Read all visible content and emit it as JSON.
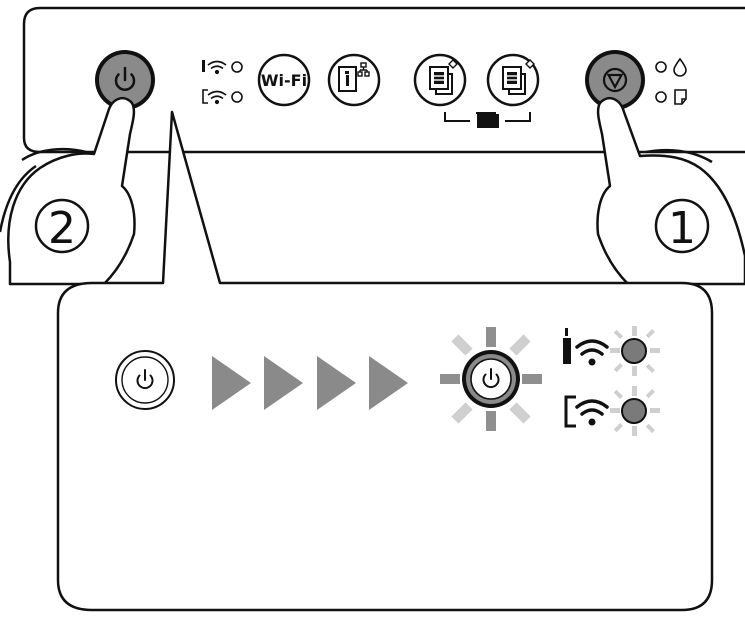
{
  "panel": {
    "wifi_button_label": "Wi-Fi",
    "power_step_number": "2",
    "stop_step_number": "1"
  },
  "colors": {
    "outline": "#111111",
    "button_gray": "#8a8a8a",
    "ray_gray": "#8f8f8f",
    "ray_light": "#cfcfcf",
    "led_gray": "#7a7a7a"
  },
  "icons": {
    "power": "power-icon",
    "stop": "stop-icon",
    "wifi": "wifi-icon",
    "wifi_direct": "wifi-direct-icon",
    "network_status": "network-status-icon",
    "copy": "copy-icon",
    "arrow": "arrow-right-icon"
  }
}
